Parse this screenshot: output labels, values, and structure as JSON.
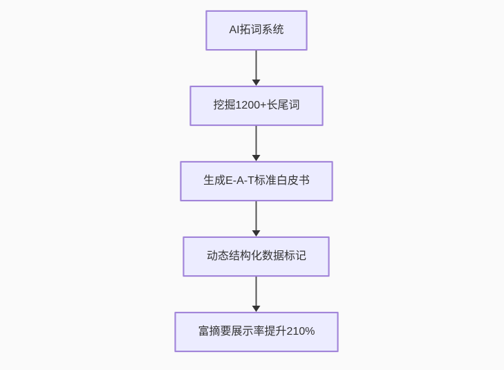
{
  "flowchart": {
    "type": "flowchart",
    "direction": "top-down",
    "nodes": [
      {
        "id": "node-1",
        "label": "AI拓词系统"
      },
      {
        "id": "node-2",
        "label": "挖掘1200+长尾词"
      },
      {
        "id": "node-3",
        "label": "生成E-A-T标准白皮书"
      },
      {
        "id": "node-4",
        "label": "动态结构化数据标记"
      },
      {
        "id": "node-5",
        "label": "富摘要展示率提升210%"
      }
    ],
    "edges": [
      {
        "from": "node-1",
        "to": "node-2",
        "style": "arrow-down"
      },
      {
        "from": "node-2",
        "to": "node-3",
        "style": "arrow-down"
      },
      {
        "from": "node-3",
        "to": "node-4",
        "style": "arrow-down"
      },
      {
        "from": "node-4",
        "to": "node-5",
        "style": "arrow-down"
      }
    ],
    "colors": {
      "background": "#fafafa",
      "node_fill": "#ececff",
      "node_border": "#9370db",
      "node_text": "#333333",
      "edge_line": "#555555",
      "edge_arrowhead": "#333333"
    }
  }
}
